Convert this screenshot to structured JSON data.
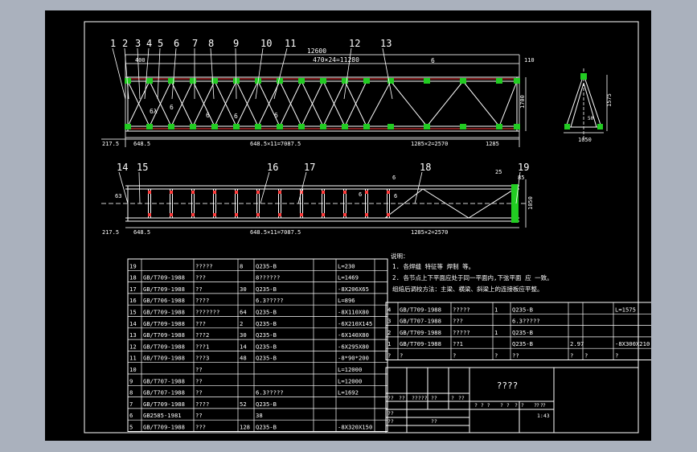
{
  "colors": {
    "bg": "#aab1bd",
    "sheet": "#000000",
    "line": "#ffffff",
    "node": "#22cc22",
    "red": "#ff3b3b",
    "dim": "#d0d0d0"
  },
  "callouts": {
    "top": [
      "1",
      "2",
      "3",
      "4",
      "5",
      "6",
      "7",
      "8",
      "9",
      "10",
      "11",
      "12",
      "13"
    ],
    "plan": [
      "14",
      "15",
      "16",
      "17",
      "18",
      "19"
    ]
  },
  "top_view": {
    "total_dim": "12600",
    "sub_dim": "470×24=11280",
    "left_dim": "400",
    "right_dim": "110",
    "height_dim": "1700",
    "bottom_dims": [
      "217.5",
      "648.5",
      "648.5×11=7087.5",
      "1285×2=2570",
      "1285"
    ],
    "weld_labels": [
      "6",
      "6λ",
      "6",
      "6",
      "6",
      "6"
    ]
  },
  "section_view": {
    "width_dim": "1050",
    "height_dim": "1575",
    "mid_dim": "50"
  },
  "plan_view": {
    "bottom_dims": [
      "217.5",
      "648.5",
      "648.5×11=7087.5",
      "1285×2=2570"
    ],
    "left_dim": "63",
    "right_dims": [
      "25",
      "85",
      "1050"
    ],
    "weld_labels": [
      "6",
      "6",
      "6"
    ]
  },
  "notes": {
    "title": "说明：",
    "lines": [
      "1. 各焊缝 特征等 焊制 等。",
      "2. 各节点上下平面应处于同一平面内,下弦平面 应 一致。",
      "组焙后调校方法：主梁、横梁、斜梁上的连接板应平整。"
    ]
  },
  "left_table": {
    "rows": [
      [
        "19",
        "",
        "?????",
        "8",
        "Q235-B",
        "",
        "L=230",
        ""
      ],
      [
        "18",
        "GB/T709-1988",
        "???",
        "",
        "8??????",
        "",
        "L=1469",
        ""
      ],
      [
        "17",
        "GB/T709-1988",
        "??",
        "30",
        "Q235-B",
        "",
        "-8X206X65",
        ""
      ],
      [
        "16",
        "GB/T706-1988",
        "????",
        "",
        "6.3?????",
        "",
        "L=896",
        ""
      ],
      [
        "15",
        "GB/T709-1988",
        "???????",
        "64",
        "Q235-B",
        "",
        "-8X110X80",
        ""
      ],
      [
        "14",
        "GB/T709-1988",
        "???",
        "2",
        "Q235-B",
        "",
        "-6X210X145",
        ""
      ],
      [
        "13",
        "GB/T709-1988",
        "???2",
        "30",
        "Q235-B",
        "",
        "-6X140X80",
        ""
      ],
      [
        "12",
        "GB/T709-1988",
        "???1",
        "14",
        "Q235-B",
        "",
        "-6X295X80",
        ""
      ],
      [
        "11",
        "GB/T709-1988",
        "???3",
        "48",
        "Q235-B",
        "",
        "-8*90*200",
        ""
      ],
      [
        "10",
        "",
        "??",
        "",
        "",
        "",
        "L=12000",
        ""
      ],
      [
        "9",
        "GB/T707-1988",
        "??",
        "",
        "",
        "",
        "L=12000",
        ""
      ],
      [
        "8",
        "GB/T707-1988",
        "??",
        "",
        "6.3?????",
        "",
        "L=1692",
        ""
      ],
      [
        "7",
        "GB/T709-1988",
        "????",
        "52",
        "Q235-B",
        "",
        "",
        ""
      ],
      [
        "6",
        "GB2585-1981",
        "??",
        "",
        "38",
        "",
        "",
        ""
      ],
      [
        "5",
        "GB/T709-1988",
        "???",
        "128",
        "Q235-B",
        "",
        "-8X320X150",
        ""
      ]
    ]
  },
  "right_table": {
    "rows": [
      [
        "4",
        "GB/T709-1988",
        "?????",
        "1",
        "Q235-B",
        "",
        "",
        "L=1575"
      ],
      [
        "3",
        "GB/T707-1988",
        "???",
        "",
        "6.3?????",
        "",
        "",
        ""
      ],
      [
        "2",
        "GB/T709-1988",
        "?????",
        "1",
        "Q235-B",
        "",
        "",
        ""
      ],
      [
        "1",
        "GB/T709-1988",
        "??1",
        "",
        "Q235-B",
        "2.97",
        "",
        "-8X300X210"
      ],
      [
        "?",
        "?",
        "?",
        "?",
        "??",
        "?",
        "?",
        "?"
      ]
    ]
  },
  "title_block": {
    "drawing_name": "????",
    "marks": [
      "??",
      "??",
      "?????",
      "??",
      "?",
      "??"
    ],
    "lower_marks": [
      "??",
      "??",
      "??"
    ],
    "scale_label": "? ?",
    "scale_value": "1:43",
    "sheet_labels": [
      "? ? ?",
      "? ?",
      "? ?",
      "? ?"
    ]
  }
}
